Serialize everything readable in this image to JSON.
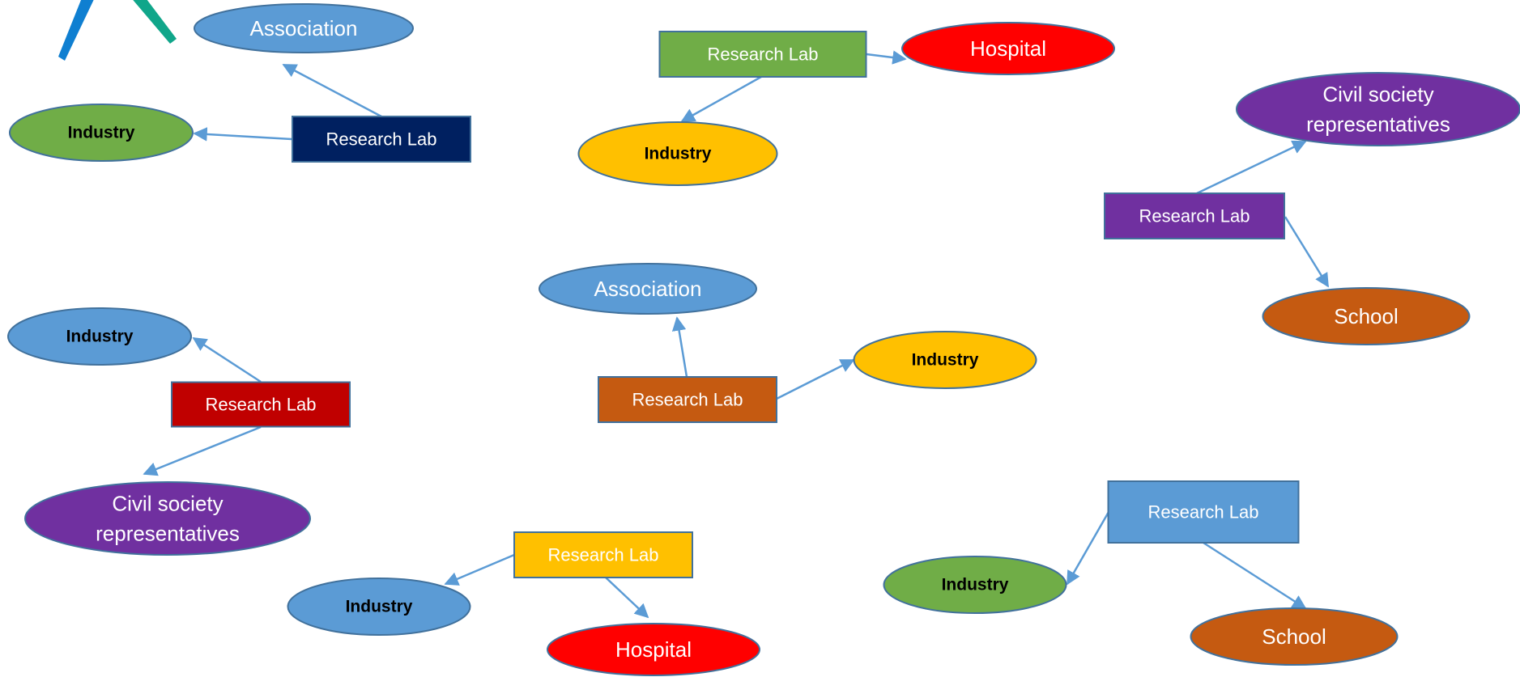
{
  "diagram": {
    "logo": {
      "icon": "partial-logo-icon",
      "colors": [
        "#0f7fd1",
        "#10a68a"
      ]
    },
    "nodes": [
      {
        "id": "c1-lab",
        "text": "Research Lab",
        "shape": "rect",
        "fill": "#002060"
      },
      {
        "id": "c1-assoc",
        "text": "Association",
        "shape": "ellipse",
        "fill": "#5b9bd5"
      },
      {
        "id": "c1-ind",
        "text": "Industry",
        "shape": "ellipse",
        "fill": "#70ad47"
      },
      {
        "id": "c2-lab",
        "text": "Research Lab",
        "shape": "rect",
        "fill": "#70ad47"
      },
      {
        "id": "c2-hosp",
        "text": "Hospital",
        "shape": "ellipse",
        "fill": "#ff0000"
      },
      {
        "id": "c2-ind",
        "text": "Industry",
        "shape": "ellipse",
        "fill": "#ffc000"
      },
      {
        "id": "c3-lab",
        "text": "Research Lab",
        "shape": "rect",
        "fill": "#7030a0"
      },
      {
        "id": "c3-civ",
        "text": "Civil society representatives",
        "lines": [
          "Civil society",
          "representatives"
        ],
        "shape": "ellipse",
        "fill": "#7030a0"
      },
      {
        "id": "c3-school",
        "text": "School",
        "shape": "ellipse",
        "fill": "#c55a11"
      },
      {
        "id": "c4-lab",
        "text": "Research Lab",
        "shape": "rect",
        "fill": "#c00000"
      },
      {
        "id": "c4-ind",
        "text": "Industry",
        "shape": "ellipse",
        "fill": "#5b9bd5"
      },
      {
        "id": "c4-civ",
        "text": "Civil society representatives",
        "lines": [
          "Civil society",
          "representatives"
        ],
        "shape": "ellipse",
        "fill": "#7030a0"
      },
      {
        "id": "c5-lab",
        "text": "Research Lab",
        "shape": "rect",
        "fill": "#c55a11"
      },
      {
        "id": "c5-assoc",
        "text": "Association",
        "shape": "ellipse",
        "fill": "#5b9bd5"
      },
      {
        "id": "c5-ind",
        "text": "Industry",
        "shape": "ellipse",
        "fill": "#ffc000"
      },
      {
        "id": "c6-lab",
        "text": "Research Lab",
        "shape": "rect",
        "fill": "#ffc000"
      },
      {
        "id": "c6-ind",
        "text": "Industry",
        "shape": "ellipse",
        "fill": "#5b9bd5"
      },
      {
        "id": "c6-hosp",
        "text": "Hospital",
        "shape": "ellipse",
        "fill": "#ff0000"
      },
      {
        "id": "c7-lab",
        "text": "Research Lab",
        "shape": "rect",
        "fill": "#5b9bd5"
      },
      {
        "id": "c7-ind",
        "text": "Industry",
        "shape": "ellipse",
        "fill": "#70ad47"
      },
      {
        "id": "c7-school",
        "text": "School",
        "shape": "ellipse",
        "fill": "#c55a11"
      }
    ],
    "edges": [
      {
        "from": "c1-lab",
        "to": "c1-assoc"
      },
      {
        "from": "c1-lab",
        "to": "c1-ind"
      },
      {
        "from": "c2-lab",
        "to": "c2-hosp"
      },
      {
        "from": "c2-lab",
        "to": "c2-ind"
      },
      {
        "from": "c3-lab",
        "to": "c3-civ"
      },
      {
        "from": "c3-lab",
        "to": "c3-school"
      },
      {
        "from": "c4-lab",
        "to": "c4-ind"
      },
      {
        "from": "c4-lab",
        "to": "c4-civ"
      },
      {
        "from": "c5-lab",
        "to": "c5-assoc"
      },
      {
        "from": "c5-lab",
        "to": "c5-ind"
      },
      {
        "from": "c6-lab",
        "to": "c6-ind"
      },
      {
        "from": "c6-lab",
        "to": "c6-hosp"
      },
      {
        "from": "c7-lab",
        "to": "c7-ind"
      },
      {
        "from": "c7-lab",
        "to": "c7-school"
      }
    ],
    "edge_color": "#5b9bd5",
    "outline_color": "#41719c"
  }
}
